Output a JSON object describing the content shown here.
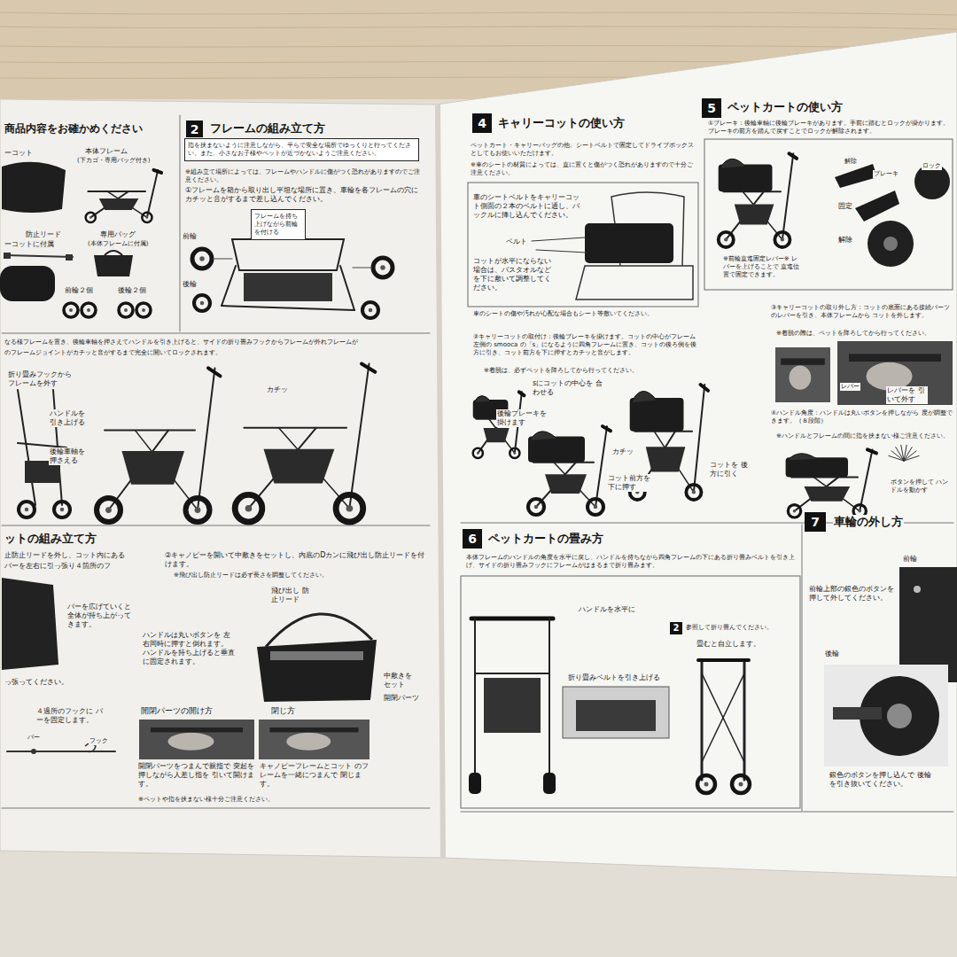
{
  "diagram": {
    "nodes": [
      {
        "text": [
          "2"
        ]
      },
      {
        "text": [
          "指を挟まないように注意しながら、平らで安全な場所でゆっくりと行ってください。また、小さなお子様やペットが近づかないようご注意ください。"
        ]
      },
      {
        "text": [
          "フレームを持ち上げながら前輪を付ける"
        ]
      },
      {
        "text": [
          "4"
        ]
      },
      {
        "text": [
          "5"
        ]
      },
      {
        "text": [
          "6"
        ]
      },
      {
        "text": [
          "2"
        ]
      },
      {
        "text": [
          "7"
        ]
      }
    ],
    "labels": [
      "商品内容をお確かめください",
      "ーコット",
      "本体フレーム",
      "(下カゴ・専用バッグ付き)",
      "防止リード",
      "ーコットに付属",
      "専用バッグ",
      "(本体フレームに付属)",
      "前輪２個",
      "後輪２個",
      "フレームの組み立て方",
      "※組み立て場所によっては、フレームやハンドルに傷がつく恐れがありますのでご注意ください。",
      "①フレームを箱から取り出し平坦な場所に置き、車輪を各フレームの穴にカチッと音がするまで差し込んでください。",
      "前輪",
      "後輪",
      "なる様フレームを置き、後輪車軸を押さえてハンドルを引き上げると、サイドの折り畳みフックからフレームが外れフレームが",
      "のフレームジョイントがカチッと音がするまで完全に開いてロックされます。",
      "折り畳みフックから フレームを外す",
      "ハンドルを 引き上げる",
      "後輪車軸を 押さえる",
      "カチッ",
      "ットの組み立て方",
      "止防止リードを外し、コット内にある",
      "バーを左右に引っ張り４箇所のフ",
      "バーを広げていくと 全体が持ち上がって きます。",
      "っ張ってください。",
      "４過所のフックに バーを固定します。",
      "バー",
      "フック",
      "②キャノピーを開いて中敷きをセットし、内底のDカンに飛び出し防止リードを付けます。",
      "※飛び出し防止リードは必ず長さを調整してください。",
      "飛び出し 防止リード",
      "ハンドルは丸いボタンを 左右同時に押すと倒れます。 ハンドルを持ち上げると垂直 に固定されます。",
      "中敷きを セット",
      "開閉パーツ",
      "開閉パーツの開け方",
      "閉じ方",
      "開閉パーツをつまんで親指で 突起を押しながら人差し指を 引いて開けます。",
      "キャノピーフレームとコット のフレームを一緒につまんで 閉じます。",
      "※ペットや指を挟まない様十分ご注意ください。",
      "キャリーコットの使い方",
      "ペットカート・キャリーバッグの他、シートベルトで固定してドライブボックスとしてもお使いいただけます。",
      "※車のシートの材質によっては、直に置くと傷がつく恐れがありますので十分ご注意ください。",
      "車のシートベルトをキャリーコット側面の２本のベルトに通し、バックルに挿し込んでください。",
      "ベルト",
      "コットが水平にならない場合は、バスタオルなどを下に敷いて調整してください。",
      "車のシートの傷や汚れが心配な場合もシート等敷いてください。",
      "②キャリーコットの取付け：後輪ブレーキを掛けます。コットの中心がフレーム左側の smooca の「s」になるように四角フレームに置き、コットの後ろ側を後方に引き、コット前方を下に押すとカチッと音がします。",
      "※着脱は、必ずペットを降ろしてから行ってください。",
      "sにコットの中心を 合わせる",
      "後輪ブレーキを 掛けます",
      "カチッ",
      "コットを 後方に引く",
      "コット前方を 下に押す",
      "ペットカートの使い方",
      "①ブレーキ：後輪車軸に後輪ブレーキがあります。手前に踏むとロックが掛かります。ブレーキの前方を踏んで戻すことでロックが解除されます。",
      "解除",
      "ブレーキ",
      "ロック",
      "固定",
      "解除",
      "※前輪直進固定レバー※ レバーを上げることで 直進位置で固定できます。",
      "③キャリーコットの取り外し方：コットの底面にある接続パーツのレバーを引き、本体フレームから コットを外します。",
      "※着脱の際は、ペットを降ろしてから行ってください。",
      "レバー",
      "レバーを 引いて外す",
      "④ハンドル角度：ハンドルは丸いボタンを押しながら 度が調整できます。（８段階）",
      "※ハンドルとフレームの間に指を挟まない様ご注意ください。",
      "ボタンを押して ハンドルを動かす",
      "ペットカートの畳み方",
      "本体フレームのハンドルの角度を水平に戻し、ハンドルを持ちながら四角フレームの下にある折り畳みベルトを引き上げ、サイドの折り畳みフックにフレームがはまるまで折り畳みます。",
      "ハンドルを水平に",
      "参照して折り畳んでください。",
      "畳むと自立します。",
      "折り畳みベルトを引き上げる",
      "車輪の外し方",
      "前輪",
      "前輪上部の銀色のボタンを 押して外してください。",
      "後輪",
      "銀色のボタンを押し込んで 後輪を引き抜いてください。"
    ]
  }
}
